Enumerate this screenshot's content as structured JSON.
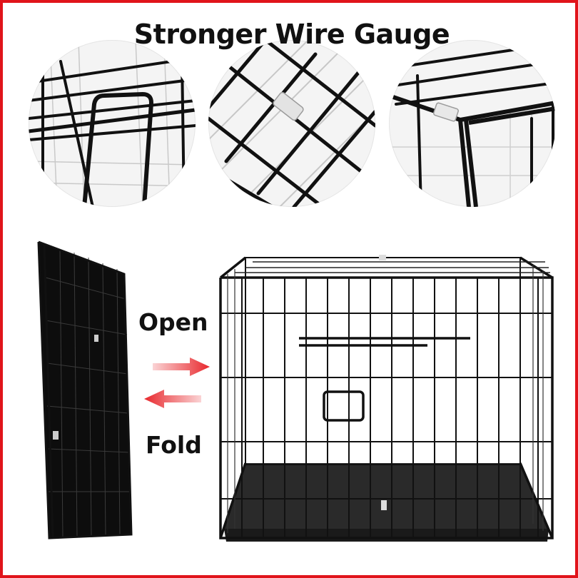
{
  "headline": "Stronger Wire Gauge",
  "labels": {
    "open": "Open",
    "fold": "Fold"
  },
  "icons": {
    "open_arrow": "arrow-right-icon",
    "fold_arrow": "arrow-left-icon"
  },
  "colors": {
    "border": "#e0141b",
    "arrow": "#e8282d",
    "wire": "#111111",
    "tray": "#2a2a2a"
  }
}
